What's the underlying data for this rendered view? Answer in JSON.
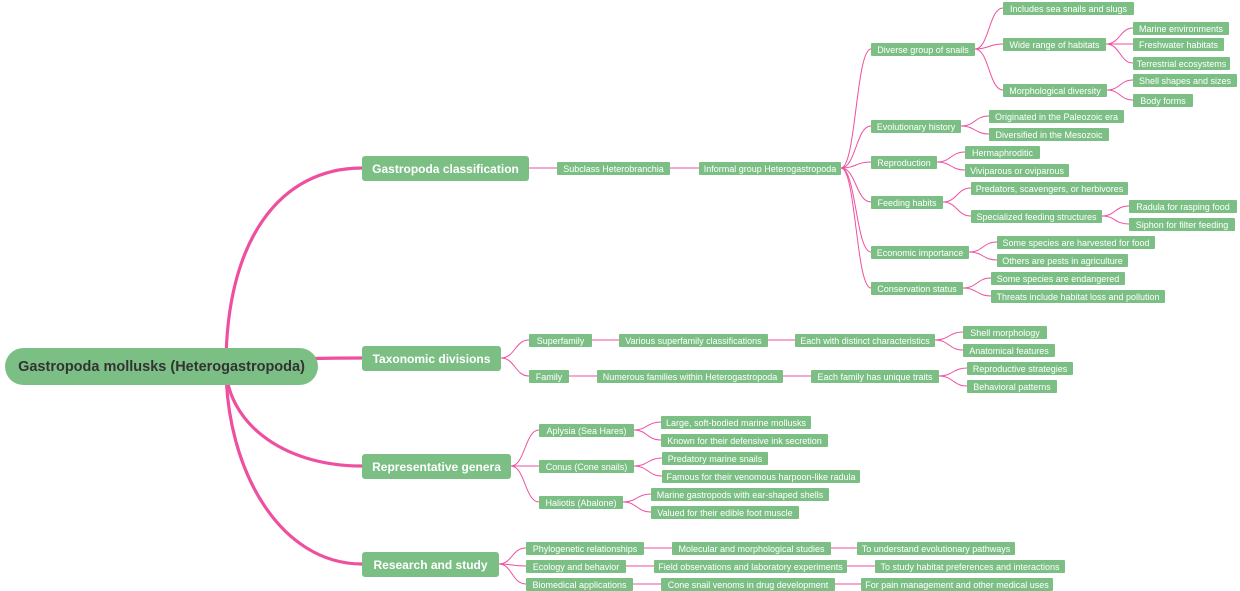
{
  "colors": {
    "node_fill": "#7cbf85",
    "link": "#ee4f9f",
    "text_light": "#ffffff",
    "text_root": "#333333"
  },
  "root": {
    "label": "Gastropoda mollusks (Heterogastropoda)"
  },
  "b1": {
    "label": "Gastropoda classification",
    "subclass": "Subclass Heterobranchia",
    "informal": "Informal group Heterogastropoda",
    "diverse": {
      "label": "Diverse group of snails",
      "includes": "Includes sea snails and slugs",
      "habitats": {
        "label": "Wide range of habitats",
        "items": [
          "Marine environments",
          "Freshwater habitats",
          "Terrestrial ecosystems"
        ]
      },
      "morph": {
        "label": "Morphological diversity",
        "items": [
          "Shell shapes and sizes",
          "Body forms"
        ]
      }
    },
    "evolution": {
      "label": "Evolutionary history",
      "items": [
        "Originated in the Paleozoic era",
        "Diversified in the Mesozoic"
      ]
    },
    "reproduction": {
      "label": "Reproduction",
      "items": [
        "Hermaphroditic",
        "Viviparous or oviparous"
      ]
    },
    "feeding": {
      "label": "Feeding habits",
      "predators": "Predators, scavengers, or herbivores",
      "structures": {
        "label": "Specialized feeding structures",
        "items": [
          "Radula for rasping food",
          "Siphon for filter feeding"
        ]
      }
    },
    "economic": {
      "label": "Economic importance",
      "items": [
        "Some species are harvested for food",
        "Others are pests in agriculture"
      ]
    },
    "conservation": {
      "label": "Conservation status",
      "items": [
        "Some species are endangered",
        "Threats include habitat loss and pollution"
      ]
    }
  },
  "b2": {
    "label": "Taxonomic divisions",
    "superfamily": {
      "label": "Superfamily",
      "next": "Various superfamily classifications",
      "next2": "Each with distinct characteristics",
      "items": [
        "Shell morphology",
        "Anatomical features"
      ]
    },
    "family": {
      "label": "Family",
      "next": "Numerous families within Heterogastropoda",
      "next2": "Each family has unique traits",
      "items": [
        "Reproductive strategies",
        "Behavioral patterns"
      ]
    }
  },
  "b3": {
    "label": "Representative genera",
    "aplysia": {
      "label": "Aplysia (Sea Hares)",
      "items": [
        "Large, soft-bodied marine mollusks",
        "Known for their defensive ink secretion"
      ]
    },
    "conus": {
      "label": "Conus (Cone snails)",
      "items": [
        "Predatory marine snails",
        "Famous for their venomous harpoon-like radula"
      ]
    },
    "haliotis": {
      "label": "Haliotis (Abalone)",
      "items": [
        "Marine gastropods with ear-shaped shells",
        "Valued for their edible foot muscle"
      ]
    }
  },
  "b4": {
    "label": "Research and study",
    "phylo": {
      "label": "Phylogenetic relationships",
      "next": "Molecular and morphological studies",
      "next2": "To understand evolutionary pathways"
    },
    "ecology": {
      "label": "Ecology and behavior",
      "next": "Field observations and laboratory experiments",
      "next2": "To study habitat preferences and interactions"
    },
    "biomed": {
      "label": "Biomedical applications",
      "next": "Cone snail venoms in drug development",
      "next2": "For pain management and other medical uses"
    }
  }
}
